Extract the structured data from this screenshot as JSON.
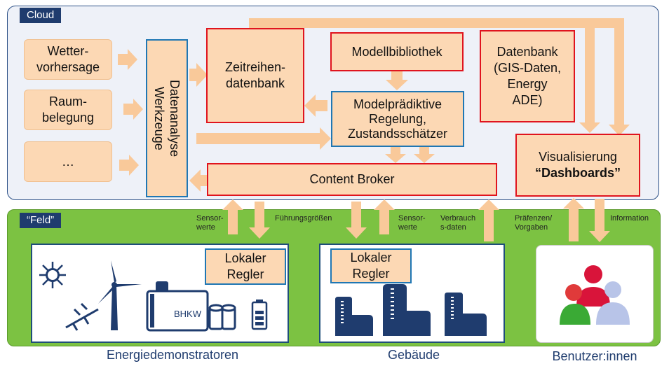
{
  "cloud": {
    "tag": "Cloud",
    "sources": [
      "Wetter-\nvorhersage",
      "Raum-\nbelegung",
      "…"
    ],
    "werkzeuge": "Datenanalyse\nWerkzeuge",
    "zeitreihen": "Zeitreihen-\ndatenbank",
    "modellbibliothek": "Modellbibliothek",
    "mpc": "Modelprädiktive\nRegelung,\nZustandsschätzer",
    "datenbank": "Datenbank\n(GIS-Daten,\nEnergy\nADE)",
    "visualisierung_line1": "Visualisierung",
    "visualisierung_line2": "“Dashboards”",
    "content_broker": "Content Broker"
  },
  "feld": {
    "tag": "“Feld”",
    "arrow_labels": {
      "sensorwerte_1": "Sensor-\nwerte",
      "fuehrungsgroessen": "Führungsgrößen",
      "sensorwerte_2": "Sensor-\nwerte",
      "verbrauchsdaten": "Verbrauch\ns-daten",
      "praeferenzen": "Präfenzen/\nVorgaben",
      "information": "Information"
    },
    "regler_energie": "Lokaler\nRegler",
    "regler_gebaeude": "Lokaler\nRegler",
    "bhkw": "BHKW"
  },
  "bottom": {
    "energie": "Energiedemonstratoren",
    "gebaeude": "Gebäude",
    "benutzer": "Benutzer:innen"
  },
  "icons": [
    "sun-icon",
    "wind-turbine-icon",
    "solar-panel-icon",
    "chp-plant-icon",
    "storage-tank-icon",
    "battery-icon",
    "building-icon",
    "users-icon"
  ],
  "colors": {
    "box_fill": "#fcd8b4",
    "arrow": "#f9c99a",
    "red_border": "#e0141e",
    "blue_border": "#1f77b4",
    "navy": "#1f3c6e",
    "green": "#7cc242"
  }
}
